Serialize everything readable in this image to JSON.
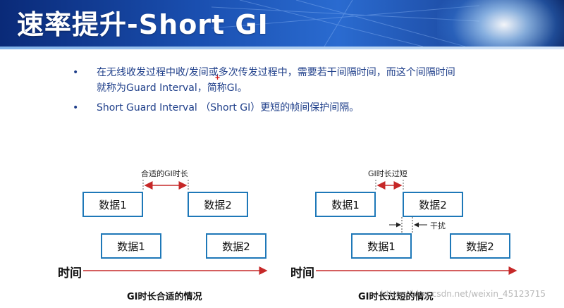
{
  "header": {
    "title": "速率提升-Short GI"
  },
  "bullets": [
    {
      "line1": "在无线收发过程中收/发间或多次传发过程中，需要若干间隔时间，而这个间隔时间",
      "line2": "就称为Guard Interval，简称GI。"
    },
    {
      "line1": "Short Guard Interval （Short GI）更短的帧间保护间隔。",
      "line2": ""
    }
  ],
  "bullet_symbol": "•",
  "diagram_left": {
    "gi_label": "合适的GI时长",
    "boxes_top": [
      "数据1",
      "数据2"
    ],
    "boxes_bottom": [
      "数据1",
      "数据2"
    ],
    "time_label": "时间",
    "caption": "GI时长合适的情况"
  },
  "diagram_right": {
    "gi_label": "GI时长过短",
    "interference_label": "干扰",
    "boxes_top": [
      "数据1",
      "数据2"
    ],
    "boxes_bottom": [
      "数据1",
      "数据2"
    ],
    "time_label": "时间",
    "caption": "GI时长过短的情况"
  },
  "watermark": "https://blog.csdn.net/weixin_45123715",
  "colors": {
    "header_bg": "#1a4fb0",
    "bullet_text": "#1f3f8a",
    "box_border": "#1e78b8",
    "arrow": "#c62828"
  }
}
